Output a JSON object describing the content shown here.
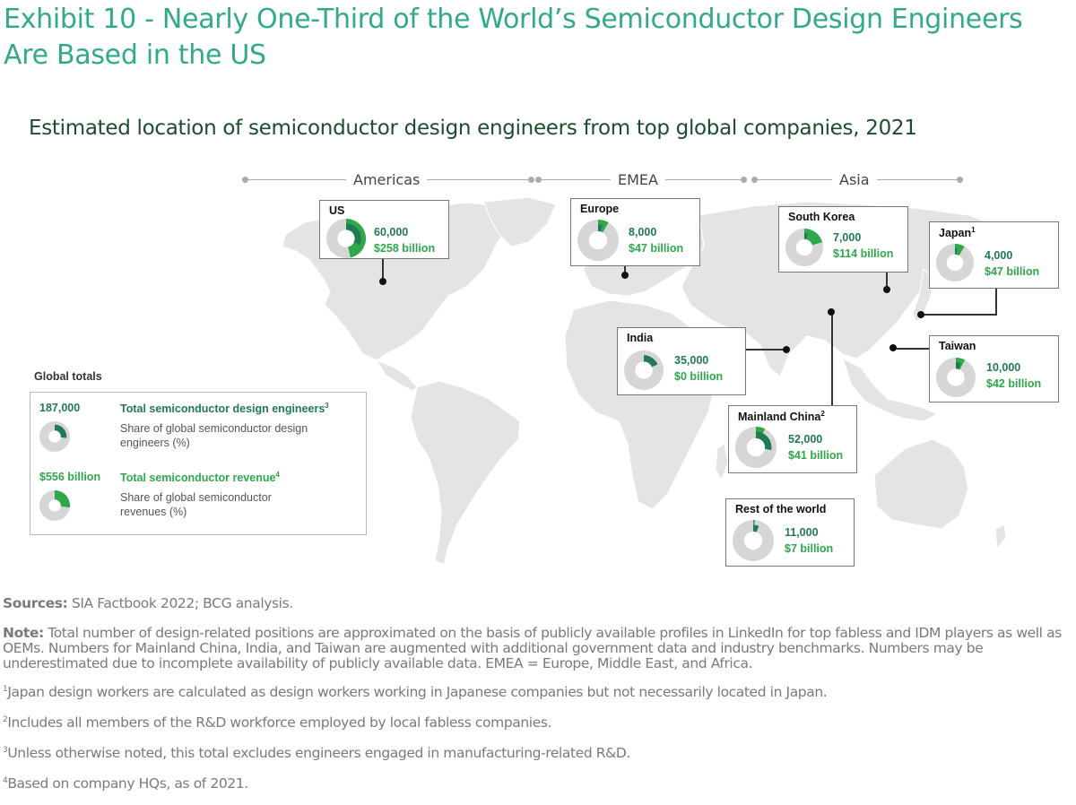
{
  "header": {
    "title": "Exhibit 10 - Nearly One-Third of the World’s Semiconductor Design Engineers Are Based in the US",
    "subtitle": "Estimated location of semiconductor design engineers from top global companies, 2021"
  },
  "regions": [
    {
      "label": "Americas"
    },
    {
      "label": "EMEA"
    },
    {
      "label": "Asia"
    }
  ],
  "colors": {
    "title": "#32a98a",
    "engineers": "#1f7a55",
    "revenue": "#2ea84a",
    "donut_bg": "#d6d6d6",
    "map_land": "#e4e4e4"
  },
  "callouts": {
    "us": {
      "name": "US",
      "sup": "",
      "engineers": "60,000",
      "revenue": "$258 billion"
    },
    "europe": {
      "name": "Europe",
      "sup": "",
      "engineers": "8,000",
      "revenue": "$47 billion"
    },
    "south_korea": {
      "name": "South Korea",
      "sup": "",
      "engineers": "7,000",
      "revenue": "$114 billion"
    },
    "japan": {
      "name": "Japan",
      "sup": "1",
      "engineers": "4,000",
      "revenue": "$47 billion"
    },
    "india": {
      "name": "India",
      "sup": "",
      "engineers": "35,000",
      "revenue": "$0 billion"
    },
    "taiwan": {
      "name": "Taiwan",
      "sup": "",
      "engineers": "10,000",
      "revenue": "$42 billion"
    },
    "china": {
      "name": "Mainland China",
      "sup": "2",
      "engineers": "52,000",
      "revenue": "$41 billion"
    },
    "rest": {
      "name": "Rest of the world",
      "sup": "",
      "engineers": "11,000",
      "revenue": "$7 billion"
    }
  },
  "legend": {
    "title": "Global totals",
    "engineers_total": "187,000",
    "engineers_head": "Total semiconductor design engineers",
    "engineers_sup": "3",
    "engineers_desc": "Share of global semiconductor design engineers (%)",
    "revenue_total": "$556 billion",
    "revenue_head": "Total semiconductor revenue",
    "revenue_sup": "4",
    "revenue_desc": "Share of global semiconductor revenues (%)"
  },
  "notes": {
    "sources_label": "Sources:",
    "sources_text": " SIA Factbook 2022; BCG analysis.",
    "note_label": "Note:",
    "note_text": " Total number of design-related positions are approximated on the basis of publicly available profiles in LinkedIn for top fabless and IDM players as well as OEMs. Numbers for Mainland China, India, and Taiwan are augmented with additional government data and industry benchmarks. Numbers may be underestimated due to incomplete availability of publicly available data. EMEA = Europe, Middle East, and Africa.",
    "footnotes": [
      {
        "sup": "1",
        "text": "Japan design workers are calculated as design workers working in Japanese companies but not necessarily located in Japan."
      },
      {
        "sup": "2",
        "text": "Includes all members of the R&D workforce employed by local fabless companies."
      },
      {
        "sup": "3",
        "text": "Unless otherwise noted, this total excludes engineers engaged in manufacturing-related R&D."
      },
      {
        "sup": "4",
        "text": "Based on company HQs, as of 2021."
      }
    ]
  },
  "chart_data": {
    "type": "donut-map",
    "title": "Exhibit 10 - Nearly One-Third of the World’s Semiconductor Design Engineers Are Based in the US",
    "subtitle": "Estimated location of semiconductor design engineers from top global companies, 2021",
    "region_groups": {
      "Americas": [
        "US"
      ],
      "EMEA": [
        "Europe",
        "India"
      ],
      "Asia": [
        "South Korea",
        "Japan",
        "Taiwan",
        "Mainland China"
      ]
    },
    "totals": {
      "engineers": 187000,
      "revenue_billion_usd": 556
    },
    "categories": [
      "US",
      "Europe",
      "South Korea",
      "Japan",
      "India",
      "Taiwan",
      "Mainland China",
      "Rest of the world"
    ],
    "series": [
      {
        "name": "Semiconductor design engineers",
        "values": [
          60000,
          8000,
          7000,
          4000,
          35000,
          10000,
          52000,
          11000
        ]
      },
      {
        "name": "Semiconductor revenue ($ billion)",
        "values": [
          258,
          47,
          114,
          47,
          0,
          42,
          41,
          7
        ]
      }
    ],
    "legend": [
      "Total semiconductor design engineers (share %)",
      "Total semiconductor revenue (share %)"
    ]
  }
}
